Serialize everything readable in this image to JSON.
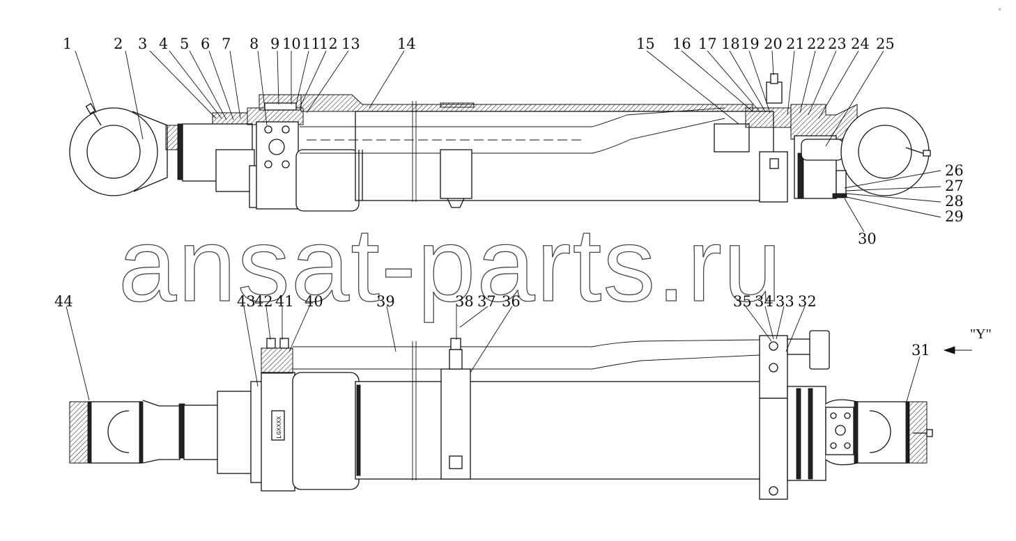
{
  "top_view_labels": [
    "1",
    "2",
    "3",
    "4",
    "5",
    "6",
    "7",
    "8",
    "9",
    "10",
    "11",
    "12",
    "13",
    "14",
    "15",
    "16",
    "17",
    "18",
    "19",
    "20",
    "21",
    "22",
    "23",
    "24",
    "25",
    "26",
    "27",
    "28",
    "29",
    "30"
  ],
  "bottom_view_labels": [
    "31",
    "32",
    "33",
    "34",
    "35",
    "36",
    "37",
    "38",
    "39",
    "40",
    "41",
    "42",
    "43",
    "44"
  ],
  "view_marker": "\"Y\"",
  "watermark": "ansat-parts.ru",
  "body_tag": "LGXXXX",
  "corner_mark": "▫"
}
